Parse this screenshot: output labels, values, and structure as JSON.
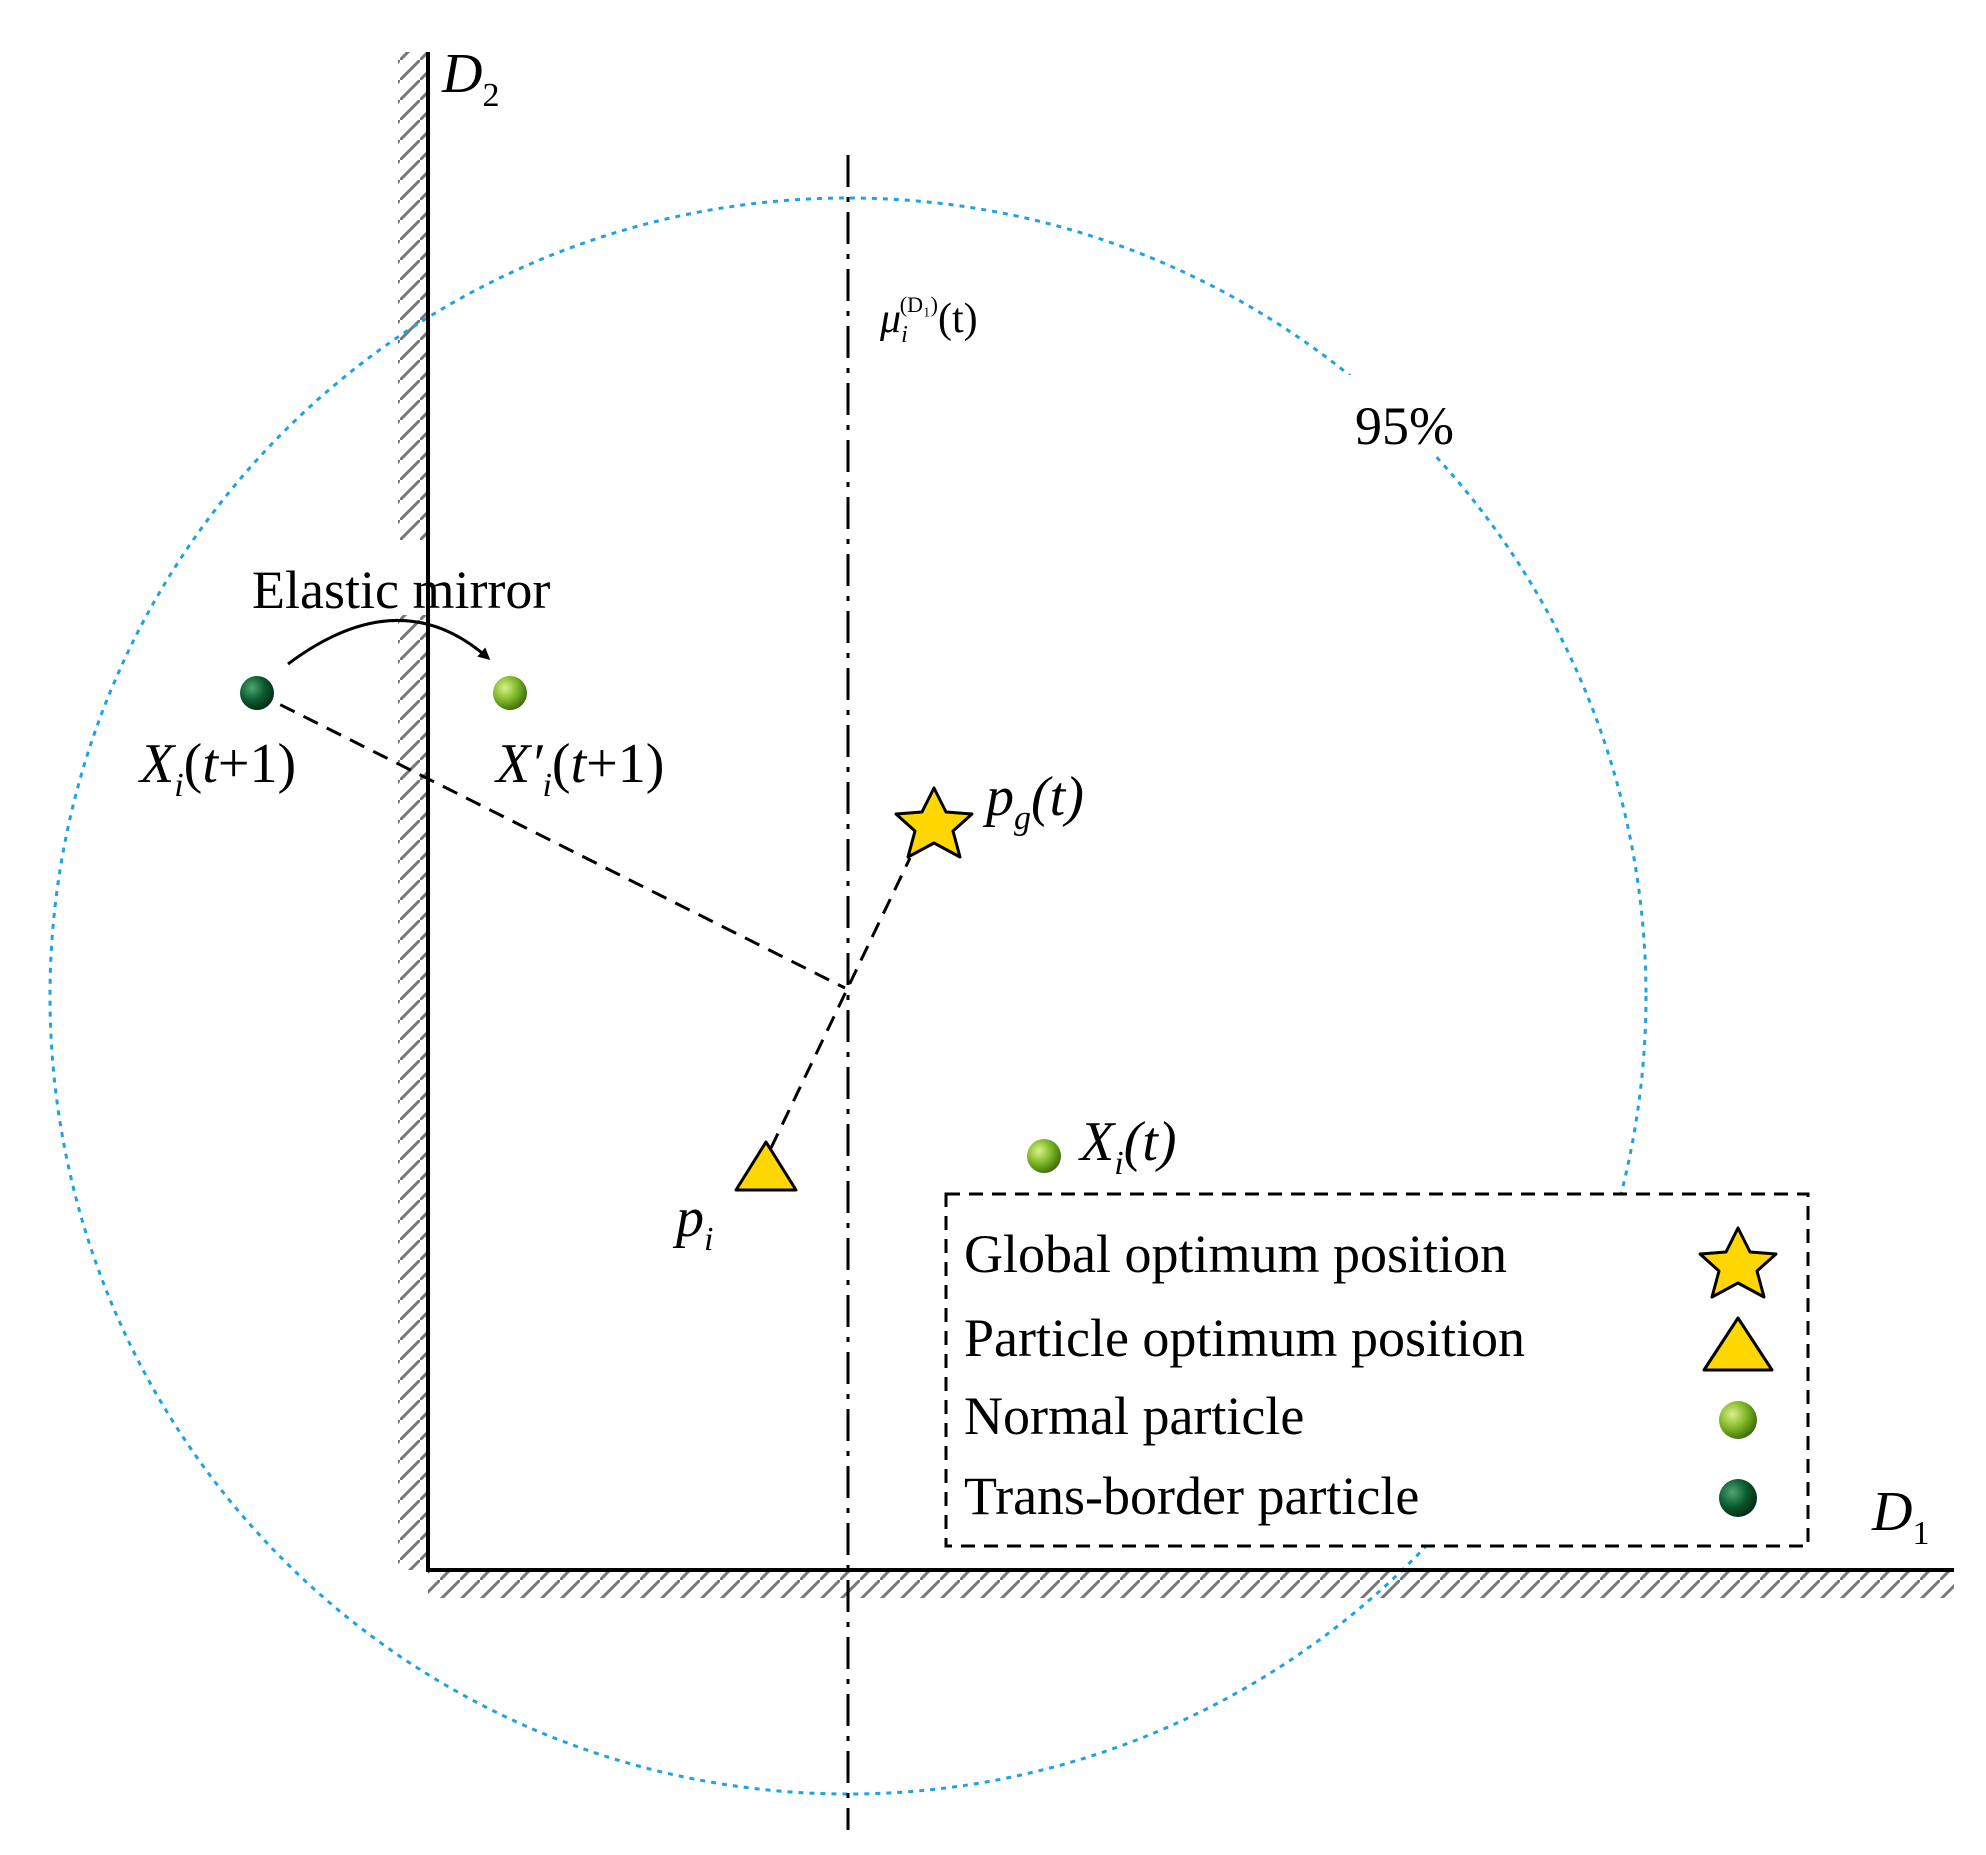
{
  "axes": {
    "d1": {
      "letter": "D",
      "sub": "1"
    },
    "d2": {
      "letter": "D",
      "sub": "2"
    }
  },
  "labels": {
    "mu": {
      "sym": "μ",
      "sub": "i",
      "sup": "(D₁)",
      "arg": "(t)"
    },
    "percent": "95%",
    "mirror": "Elastic mirror",
    "x_next": {
      "letter": "X",
      "sub": "i",
      "arg_open": "(",
      "t": "t",
      "rest": "+1)"
    },
    "x_next_prime": {
      "letter": "X′",
      "sub": "i",
      "arg_open": "(",
      "t": "t",
      "rest": "+1)"
    },
    "pg": {
      "letter": "p",
      "sub": "g",
      "arg": "(t)"
    },
    "pi": {
      "letter": "p",
      "sub": "i"
    },
    "xt": {
      "letter": "X",
      "sub": "i",
      "arg": "(t)"
    }
  },
  "legend": {
    "items": [
      {
        "label": "Global optimum position",
        "icon": "star-icon"
      },
      {
        "label": "Particle optimum position",
        "icon": "triangle-icon"
      },
      {
        "label": "Normal particle",
        "icon": "normal-particle-icon"
      },
      {
        "label": "Trans-border particle",
        "icon": "trans-border-particle-icon"
      }
    ]
  },
  "colors": {
    "circle": "#1fa3e0",
    "star": "#ffd700",
    "triangle": "#ffd700",
    "normal_particle": "#7cb526",
    "trans_border_particle": "#0b5a2e"
  }
}
